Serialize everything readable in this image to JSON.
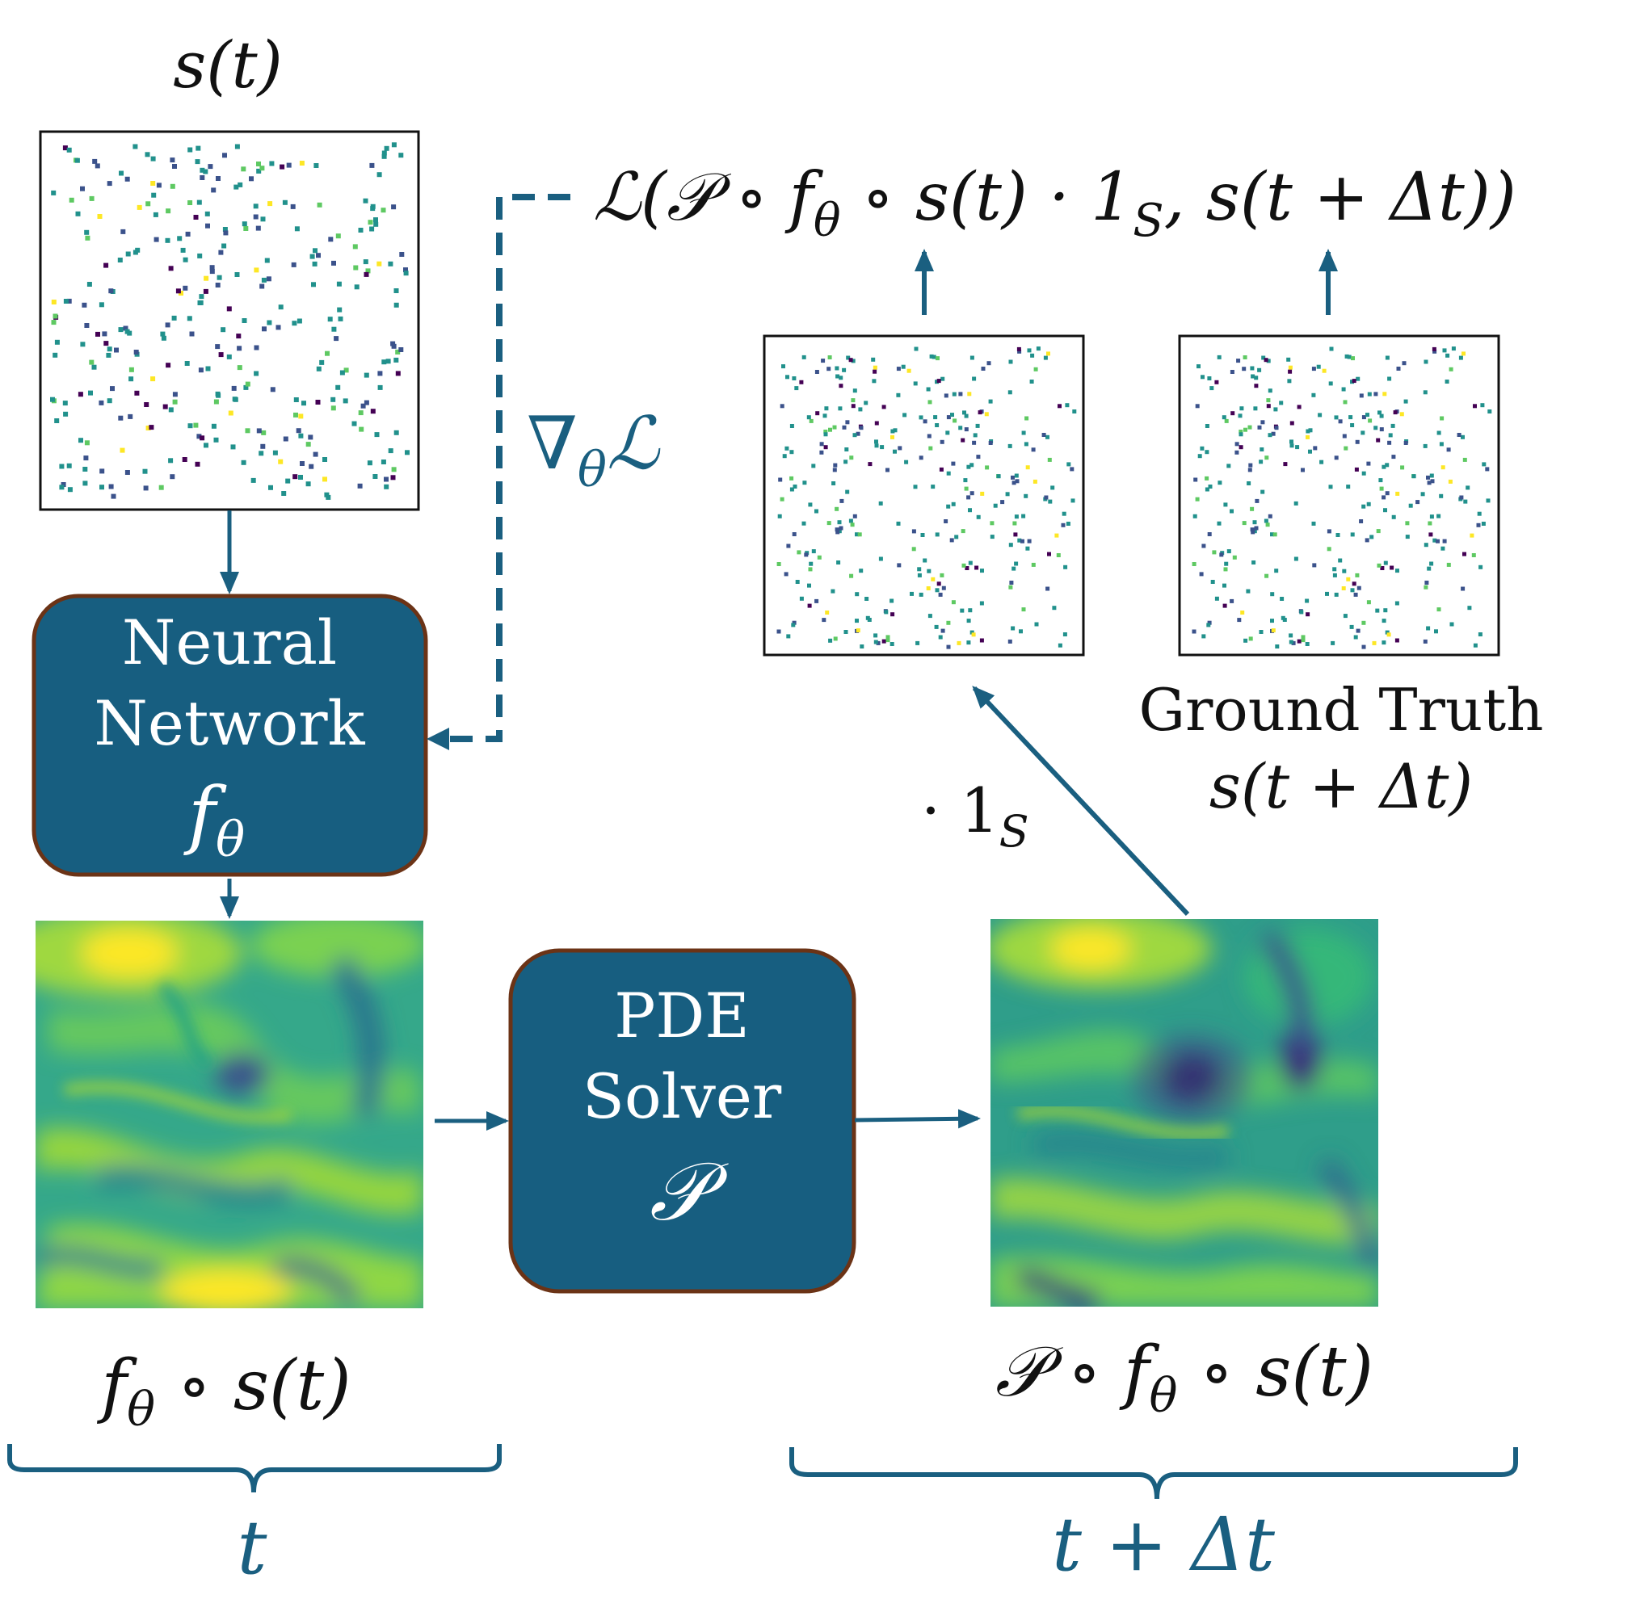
{
  "colors": {
    "accent": "#1a5f80",
    "box_fill": "#175e80",
    "box_border": "#6b3316",
    "text": "#111111",
    "viridis": [
      "#440154",
      "#3b528b",
      "#21918c",
      "#5ec962",
      "#fde725"
    ]
  },
  "labels": {
    "input_obs": "s(t)",
    "loss": "ℒ(𝒫 ∘ f",
    "loss_theta": "θ",
    "loss_mid": " ∘ s(t) · 1",
    "loss_sub_s": "S",
    "loss_end": ",  s(t + Δt))",
    "gradient": "∇",
    "gradient_theta": "θ",
    "gradient_L": "ℒ",
    "mask_op": "· 1",
    "mask_sub": "S",
    "ground_truth_title": "Ground Truth",
    "ground_truth_expr": "s(t + Δt)",
    "nn_output": "f",
    "nn_output_theta": "θ",
    "nn_output_rest": " ∘ s(t)",
    "solver_output": "𝒫 ∘ f",
    "solver_output_theta": "θ",
    "solver_output_rest": " ∘ s(t)",
    "brace_left": "t",
    "brace_right": "t + Δt"
  },
  "nodes": {
    "neural_network": {
      "line1": "Neural",
      "line2": "Network",
      "symbol": "f",
      "symbol_sub": "θ"
    },
    "pde_solver": {
      "line1": "PDE",
      "line2": "Solver",
      "symbol": "𝒫"
    }
  }
}
